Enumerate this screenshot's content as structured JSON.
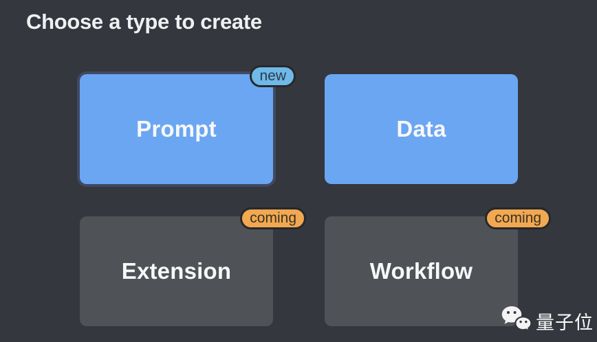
{
  "page": {
    "title": "Choose a type to create"
  },
  "cards": [
    {
      "label": "Prompt",
      "badge": "new",
      "state": "selected",
      "clickable": true
    },
    {
      "label": "Data",
      "badge": "",
      "state": "available",
      "clickable": true
    },
    {
      "label": "Extension",
      "badge": "coming",
      "state": "disabled",
      "clickable": false
    },
    {
      "label": "Workflow",
      "badge": "coming",
      "state": "disabled",
      "clickable": false
    }
  ],
  "badges": {
    "new": {
      "label": "new"
    },
    "coming": {
      "label": "coming"
    }
  },
  "colors": {
    "background": "#34373d",
    "card_active": "#6ba6f3",
    "card_disabled": "#4f5257",
    "selection_ring": "#404a63",
    "badge_new_bg": "#6fb8e8",
    "badge_new_text": "#2b3c49",
    "badge_coming_bg": "#f2a850",
    "badge_coming_text": "#3a3226",
    "badge_border": "#26282c",
    "title_text": "#eef0f2",
    "card_text": "#f7f8f8"
  },
  "watermark": {
    "text": "量子位",
    "icon": "wechat-icon"
  }
}
